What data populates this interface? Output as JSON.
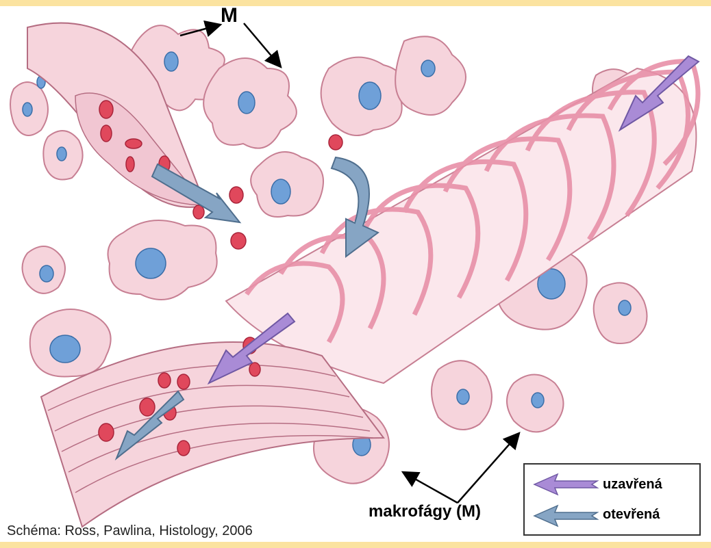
{
  "labels": {
    "m_label": "M",
    "macrophages_label": "makrofágy (M)",
    "caption": "Schéma: Ross, Pawlina, Histology, 2006"
  },
  "legend": {
    "items": [
      {
        "label": "uzavřená",
        "color": "#a98bd6",
        "stroke": "#6f58a3"
      },
      {
        "label": "otevřená",
        "color": "#86a5c4",
        "stroke": "#4f6e8d"
      }
    ]
  },
  "colors": {
    "accent_bar": "#fbe3a0",
    "tissue_pink": "#f6d4dc",
    "fiber_pink": "#e890a8",
    "nucleus_blue": "#6fa0d8",
    "red_cell": "#e0485c"
  }
}
